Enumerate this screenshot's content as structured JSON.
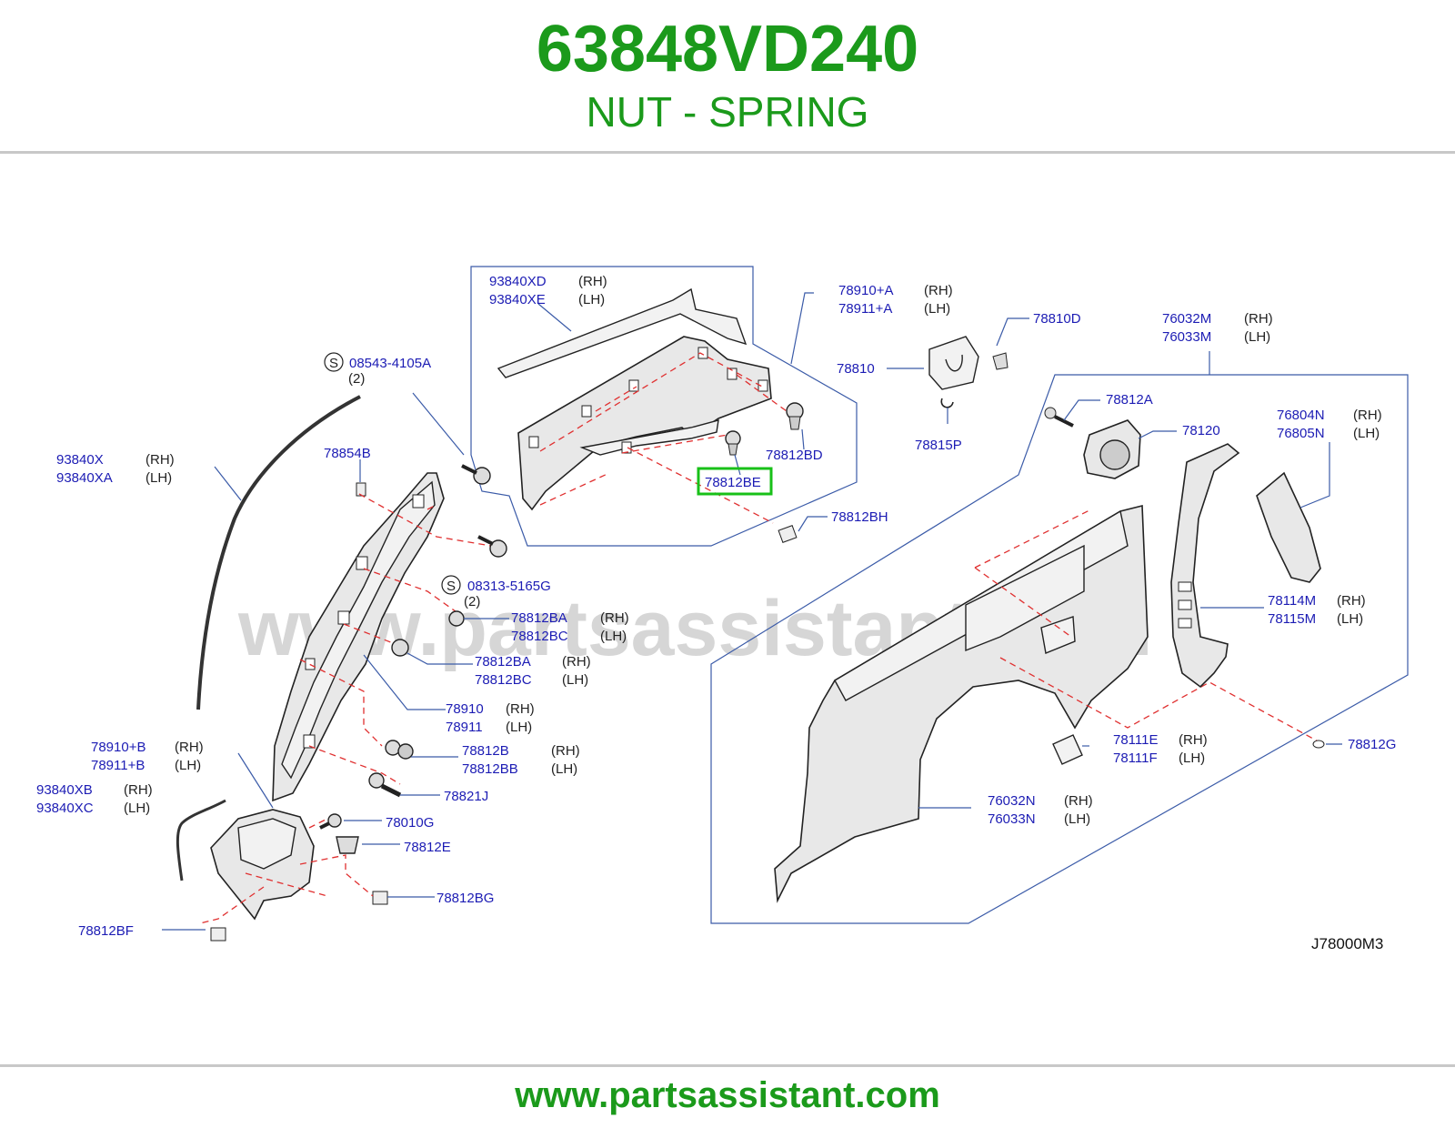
{
  "header": {
    "part_number": "63848VD240",
    "part_name": "NUT - SPRING"
  },
  "footer": {
    "url": "www.partsassistant.com"
  },
  "diagram": {
    "watermark": "www.partsassistant.com",
    "code": "J78000M3",
    "highlight_color": "#18c018",
    "highlighted_part": "78812BE",
    "side_rh": "(RH)",
    "side_lh": "(LH)",
    "screw_symbol": "S",
    "qty_2": "(2)",
    "callouts": {
      "p93840XD": "93840XD",
      "p93840XE": "93840XE",
      "p78910A": "78910+A",
      "p78911A": "78911+A",
      "p78810D": "78810D",
      "p78810": "78810",
      "p78815P": "78815P",
      "p76032M": "76032M",
      "p76033M": "76033M",
      "p08543": "08543-4105A",
      "p93840X": "93840X",
      "p93840XA": "93840XA",
      "p78854B": "78854B",
      "p78812BD": "78812BD",
      "p78812BE": "78812BE",
      "p78812BH": "78812BH",
      "p78812A": "78812A",
      "p78120": "78120",
      "p76804N": "76804N",
      "p76805N": "76805N",
      "p08313": "08313-5165G",
      "p78812BA1": "78812BA",
      "p78812BC1": "78812BC",
      "p78812BA2": "78812BA",
      "p78812BC2": "78812BC",
      "p78114M": "78114M",
      "p78115M": "78115M",
      "p78910": "78910",
      "p78911": "78911",
      "p78910B": "78910+B",
      "p78911B": "78911+B",
      "p78812B": "78812B",
      "p78812BB": "78812BB",
      "p78821J": "78821J",
      "p78111E": "78111E",
      "p78111F": "78111F",
      "p78812G": "78812G",
      "p93840XB": "93840XB",
      "p93840XC": "93840XC",
      "p78010G": "78010G",
      "p78812E": "78812E",
      "p76032N": "76032N",
      "p76033N": "76033N",
      "p78812BG": "78812BG",
      "p78812BF": "78812BF"
    }
  }
}
